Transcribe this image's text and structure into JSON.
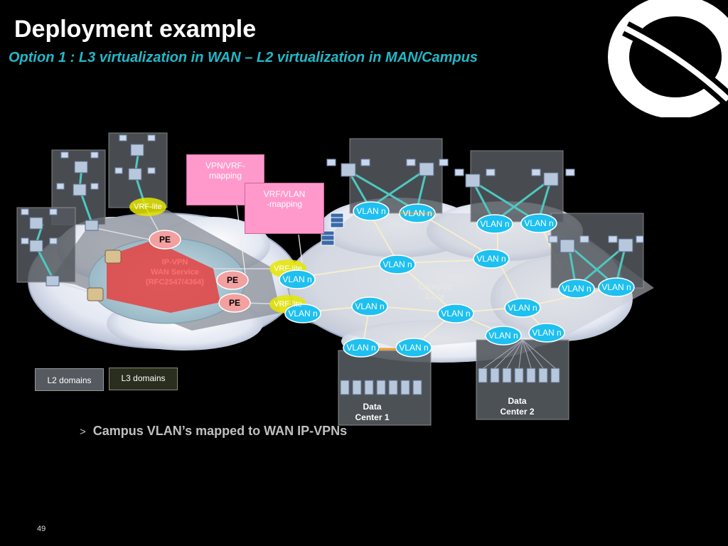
{
  "slide": {
    "title": "Deployment example",
    "subtitle": "Option 1 : L3 virtualization in WAN – L2 virtualization in MAN/Campus",
    "bullet": "Campus VLAN’s mapped to WAN IP-VPNs",
    "bullet_marker": ">",
    "slide_number": "49"
  },
  "diagram": {
    "vpn_vrf_mapping": "VPN/VRF-\nmapping",
    "vrf_vlan_mapping": "VRF/VLAN\n-mapping",
    "pe_label": "PE",
    "vrf_lite_label": "VRF-lite",
    "vlan_label": "VLAN n",
    "wan_service_label": "IP-VPN\nWAN Service\n(RFC2547/4364)",
    "campus_core_label": "Campus\nCore",
    "data_center_1": "Data\nCenter 1",
    "data_center_2": "Data\nCenter 2"
  },
  "legend": {
    "l2": "L2 domains",
    "l3": "L3 domains"
  },
  "colors": {
    "accent": "#22b8c8",
    "pink": "#ff99cc",
    "vlan_fill": "#1ec0f0",
    "pe_fill": "#f3a0a0",
    "vrf_fill": "#e6e600",
    "wan_red": "#e04848"
  },
  "icons": {
    "logo": "nortel-globe-logo",
    "firewall": "firewall-icon",
    "switch": "switch-icon",
    "server": "server-icon",
    "pc": "pc-icon"
  }
}
